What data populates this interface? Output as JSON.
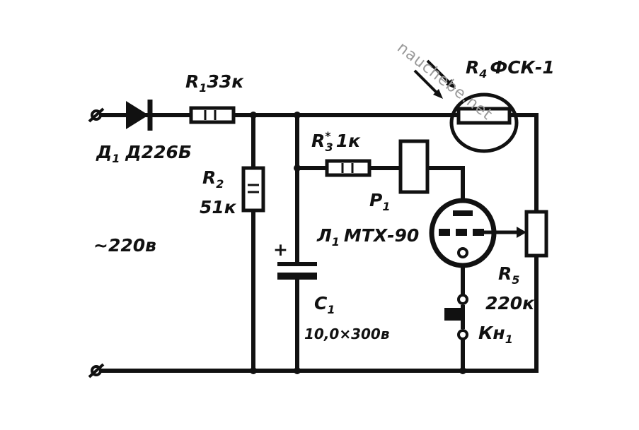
{
  "watermark": "nauchebe.net",
  "components": {
    "diode": {
      "ref": "Д",
      "sub": "1",
      "value": "Д226Б"
    },
    "r1": {
      "ref": "R",
      "sub": "1",
      "value": "33к"
    },
    "r2": {
      "ref": "R",
      "sub": "2",
      "value": "51к"
    },
    "r3": {
      "ref": "R",
      "sup": "*",
      "sub": "3",
      "value": "1к"
    },
    "r4": {
      "ref": "R",
      "sub": "4",
      "value": "ФСК-1"
    },
    "r5": {
      "ref": "R",
      "sub": "5",
      "value": "220к"
    },
    "relay": {
      "ref": "Р",
      "sub": "1"
    },
    "lamp": {
      "ref": "Л",
      "sub": "1",
      "value": "МТХ-90"
    },
    "capacitor": {
      "ref": "С",
      "sub": "1",
      "value": "10,0×300в",
      "polarity": "+"
    },
    "button": {
      "ref": "Кн",
      "sub": "1"
    }
  },
  "supply": {
    "label": "~220в"
  }
}
